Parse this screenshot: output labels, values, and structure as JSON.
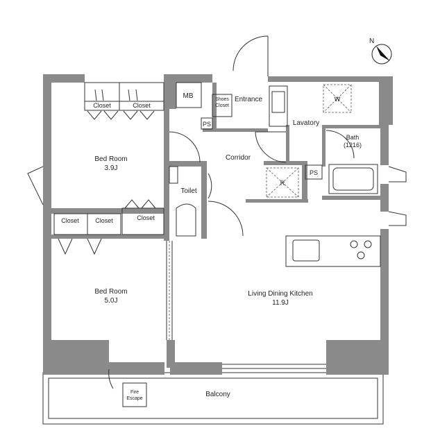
{
  "rooms": {
    "bedroom1": {
      "name": "Bed Room",
      "size": "3.9J"
    },
    "bedroom2": {
      "name": "Bed Room",
      "size": "5.0J"
    },
    "ldk": {
      "name": "Living Dining Kitchen",
      "size": "11.9J"
    },
    "toilet": "Toilet",
    "corridor": "Corridor",
    "entrance": "Entrance",
    "lavatory": "Lavatory",
    "bath": {
      "name": "Bath",
      "size": "(1216)"
    },
    "balcony": "Balcony",
    "mb": "MB",
    "ps1": "PS",
    "ps2": "PS",
    "shoes_closet": [
      "Shoes",
      "Closet"
    ],
    "fire_escape": [
      "Fire",
      "Escape"
    ],
    "closets": [
      "Closet",
      "Closet",
      "Closet",
      "Closet",
      "Closet"
    ],
    "refrigerator": "R",
    "washer": "W"
  },
  "compass": {
    "label": "N"
  },
  "colors": {
    "wall": "#8a8a8a",
    "line": "#333333"
  }
}
